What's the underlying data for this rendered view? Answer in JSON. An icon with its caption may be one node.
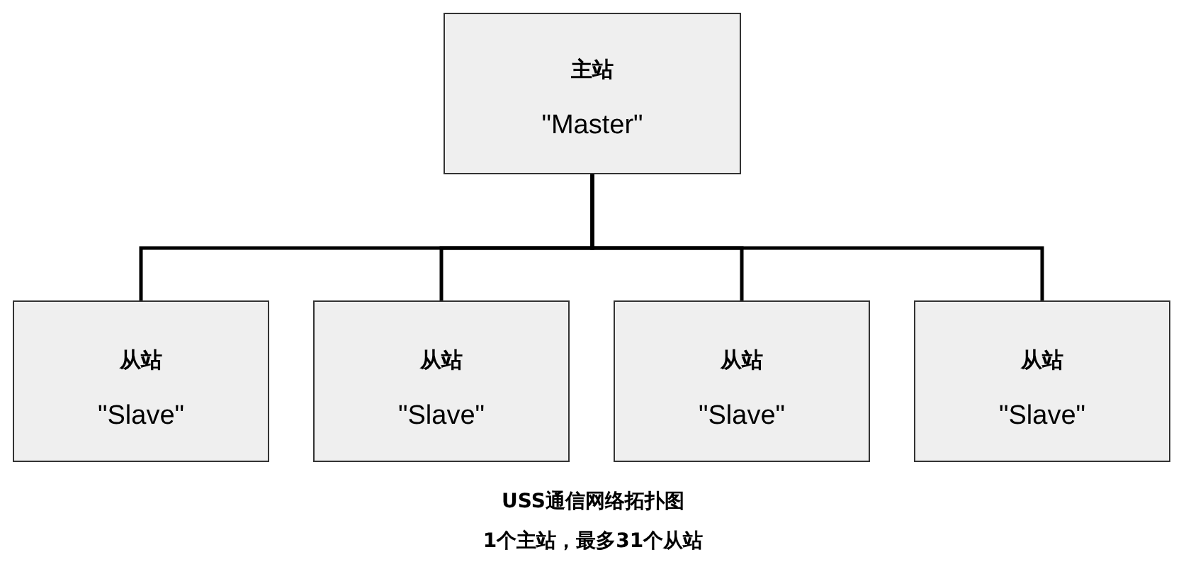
{
  "diagram": {
    "caption": "USS通信网络拓扑图",
    "nodes": [
      {
        "text": [
          "主站",
          "\"Master\""
        ]
      },
      {
        "text": [
          "从站",
          "\"Slave\""
        ]
      },
      {
        "text": [
          "从站",
          "\"Slave\""
        ]
      },
      {
        "text": [
          "从站",
          "\"Slave\""
        ]
      },
      {
        "text": [
          "从站",
          "\"Slave\""
        ]
      }
    ],
    "edges": [
      {
        "from": 0,
        "to": 1,
        "arrow": "none"
      },
      {
        "from": 0,
        "to": 2,
        "arrow": "none"
      },
      {
        "from": 0,
        "to": 3,
        "arrow": "none"
      },
      {
        "from": 0,
        "to": 4,
        "arrow": "none"
      }
    ],
    "labels": [
      "1个主站，最多31个从站"
    ]
  }
}
